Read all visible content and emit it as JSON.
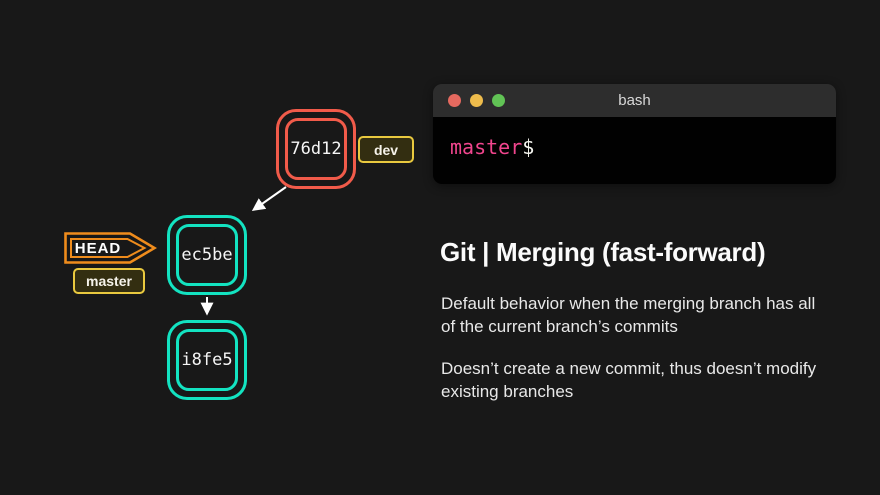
{
  "slide": {
    "background": "#181818"
  },
  "diagram": {
    "commits": [
      {
        "id": "76d12",
        "branch_color": "#f15b4a"
      },
      {
        "id": "ec5be",
        "branch_color": "#13e3c1"
      },
      {
        "id": "i8fe5",
        "branch_color": "#13e3c1"
      }
    ],
    "head_label": "HEAD",
    "branch_labels": {
      "dev": "dev",
      "master": "master"
    },
    "colors": {
      "head_orange": "#ef8c1c",
      "branch_label_yellow": "#e9c93f",
      "arrow": "#ffffff"
    }
  },
  "terminal": {
    "title": "bash",
    "prompt": {
      "branch": "master",
      "symbol": "$"
    },
    "colors": {
      "close": "#e5695f",
      "minimize": "#eebc4c",
      "maximize": "#61c355",
      "prompt_pink": "#f0458d",
      "titlebar": "#2d2d2d",
      "body": "#010101"
    }
  },
  "content": {
    "heading": "Git | Merging (fast-forward)",
    "paragraphs": [
      {
        "lines": [
          "Default behavior when the merging branch has all",
          "of the current branch’s commits"
        ]
      },
      {
        "lines": [
          "Doesn’t create a new commit, thus doesn’t modify",
          "existing branches"
        ]
      }
    ]
  }
}
